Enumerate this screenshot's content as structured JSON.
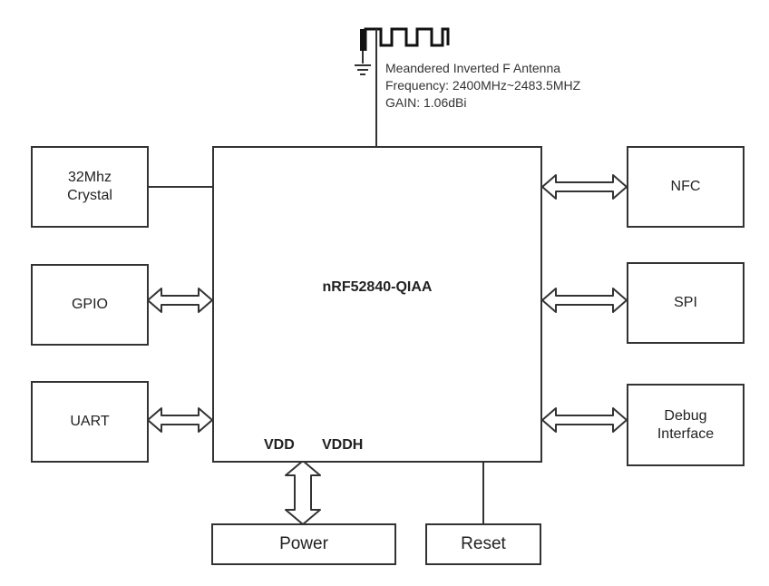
{
  "chip": {
    "label": "nRF52840-QIAA",
    "pin_vdd": "VDD",
    "pin_vddh": "VDDH"
  },
  "antenna": {
    "line1": "Meandered Inverted F Antenna",
    "line2": "Frequency: 2400MHz~2483.5MHZ",
    "line3": "GAIN: 1.06dBi"
  },
  "blocks": {
    "crystal": "32Mhz\nCrystal",
    "gpio": "GPIO",
    "uart": "UART",
    "nfc": "NFC",
    "spi": "SPI",
    "debug": "Debug\nInterface",
    "power": "Power",
    "reset": "Reset"
  },
  "colors": {
    "line": "#333333",
    "background": "#ffffff"
  }
}
